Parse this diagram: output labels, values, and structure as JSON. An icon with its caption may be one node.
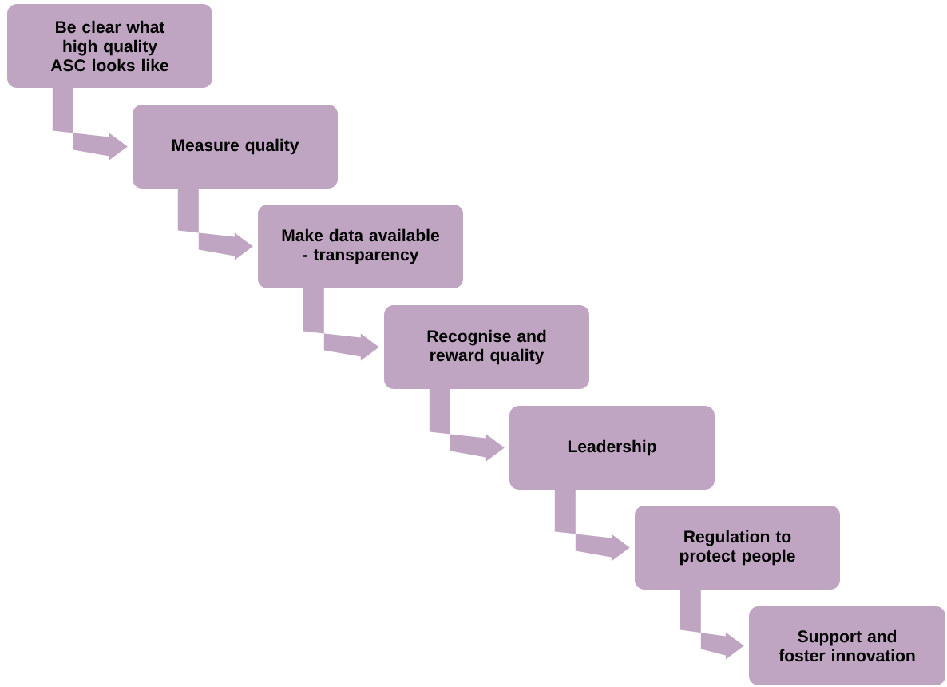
{
  "diagram": {
    "nodes": [
      {
        "text": [
          "Be clear what high quality ASC looks like"
        ]
      },
      {
        "text": [
          "Measure quality"
        ]
      },
      {
        "text": [
          "Make data available - transparency"
        ]
      },
      {
        "text": [
          "Recognise and reward quality"
        ]
      },
      {
        "text": [
          "Leadership"
        ]
      },
      {
        "text": [
          "Regulation to protect people"
        ]
      },
      {
        "text": [
          "Support  and foster innovation"
        ]
      }
    ],
    "edges": [
      {
        "from": 0,
        "to": 1,
        "arrow": "to"
      },
      {
        "from": 1,
        "to": 2,
        "arrow": "to"
      },
      {
        "from": 2,
        "to": 3,
        "arrow": "to"
      },
      {
        "from": 3,
        "to": 4,
        "arrow": "to"
      },
      {
        "from": 4,
        "to": 5,
        "arrow": "to"
      },
      {
        "from": 5,
        "to": 6,
        "arrow": "to"
      }
    ]
  }
}
